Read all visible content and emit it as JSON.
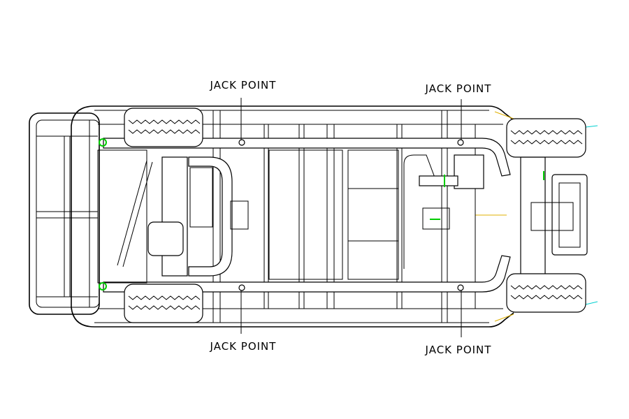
{
  "diagram": {
    "labels": {
      "jack_point_top_rear": "JACK POINT",
      "jack_point_top_front": "JACK POINT",
      "jack_point_bottom_rear": "JACK POINT",
      "jack_point_bottom_front": "JACK POINT"
    },
    "colors": {
      "line": "#000000",
      "accent_green": "#00cc00",
      "accent_yellow": "#e0b000",
      "accent_cyan": "#00d0d0"
    }
  }
}
